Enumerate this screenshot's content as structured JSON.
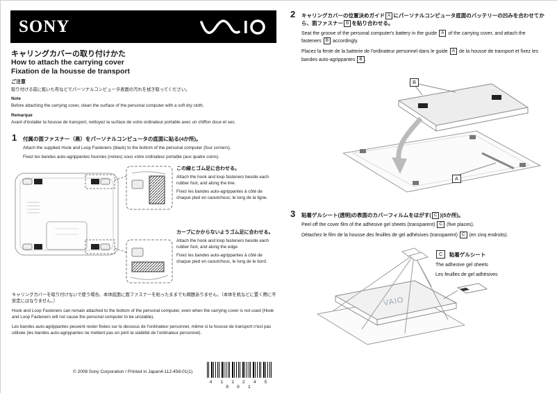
{
  "header": {
    "sony": "SONY",
    "vaio_logo": "VAIO"
  },
  "titles": {
    "ja": "キャリングカバーの取り付けかた",
    "en": "How to attach the carrying cover",
    "fr": "Fixation de la housse de transport"
  },
  "notice": {
    "ja_label": "ご注意",
    "ja_text": "取り付ける前に乾いた布などでパーソナルコンピュータ表面の汚れを拭き取ってください。",
    "en_label": "Note",
    "en_text": "Before attaching the carrying cover, clean the surface of the personal computer with a soft dry cloth.",
    "fr_label": "Remarque",
    "fr_text": "Avant d'installer la housse de transport, nettoyez la surface de votre ordinateur portable avec un chiffon doux et sec."
  },
  "step1": {
    "num": "1",
    "ja": "付属の面ファスナー（黒）をパーソナルコンピュータの底面に貼る(4か所)。",
    "en": "Attach the supplied Hook and Loop Fasteners (black) to the bottom of the personal computer (four corners).",
    "fr": "Fixez les bandes auto-agrippantes fournies (noires) sous votre ordinateur portable (aux quatre coins).",
    "callout1_ja": "この線とゴム足に合わせる。",
    "callout1_en": "Attach the hook and loop fasteners beside each rubber foot, and along the line.",
    "callout1_fr": "Fixez les bandes auto-agrippantes à côté de chaque pied en caoutchouc; le long de la ligne.",
    "callout2_ja": "カーブにかからないようゴム足に合わせる。",
    "callout2_en": "Attach the hook and loop fasteners beside each rubber foot, and along the edge.",
    "callout2_fr": "Fixez les bandes auto-agrippantes à côté de chaque pied en caoutchouc, le long de le bord.",
    "after_ja": "キャリングカバーを取り付けないで使う場合、本体底面に面ファスナーを貼ったままでも問題ありません。（本体を机などに置く際に不安定にはなりません。）",
    "after_en": "Hook and Loop Fasteners can remain attached to the bottom of the personal computer, even when the carrying cover is not used (Hook and Loop Fasteners will not cause the personal computer to be unstable).",
    "after_fr": "Les bandes auto-agrippantes peuvent rester fixées sur le dessous de l'ordinateur personnel, même si la housse de transport n'est pas utilisée (les bandes auto-agrippantes ne mettent pas en péril la stabilité de l'ordinateur personnel)."
  },
  "step2": {
    "num": "2",
    "ja": [
      "キャリングカバーの位置決めガイド",
      "A",
      "にパーソナルコンピュータ底面のバッテリーの凹みを合わせてから、面ファスナー",
      "B",
      "を貼り合わせる。"
    ],
    "en": [
      "Seat the groove of the personal computer's battery in the guide ",
      "A",
      " of the carrying cover, and attach the fasteners ",
      "B",
      " accordingly."
    ],
    "fr": [
      "Placez la fente de la batterie de l'ordinateur personnel dans le guide ",
      "A",
      " de la housse de transport et fixez les bandes auto-agrippantes ",
      "B",
      "."
    ],
    "label_a": "A",
    "label_b": "B"
  },
  "step3": {
    "num": "3",
    "ja": [
      "粘着ゲルシート(透明)の表面のカバーフィルムをはがす(",
      "C",
      ")(5か所)。"
    ],
    "en": [
      "Peel off the cover film of the adhesive gel sheets (transparent) ",
      "C",
      " (five places)."
    ],
    "fr": [
      "Détachez le film de la housse des feuilles de gel adhésives (transparent) ",
      "C",
      " (en cinq endroits)."
    ],
    "legend_label": "C",
    "legend_ja": "粘着ゲルシート",
    "legend_en": "The adhesive gel sheets",
    "legend_fr": "Les feuilles de gel adhésives",
    "laptop_logo": "VAIO"
  },
  "footer": {
    "copyright": "© 2008 Sony Corporation / Printed in Japan",
    "part_no": "4-112-458-01(1)",
    "barcode_digits": "4 1 1 2 4 5 8 0 1"
  }
}
